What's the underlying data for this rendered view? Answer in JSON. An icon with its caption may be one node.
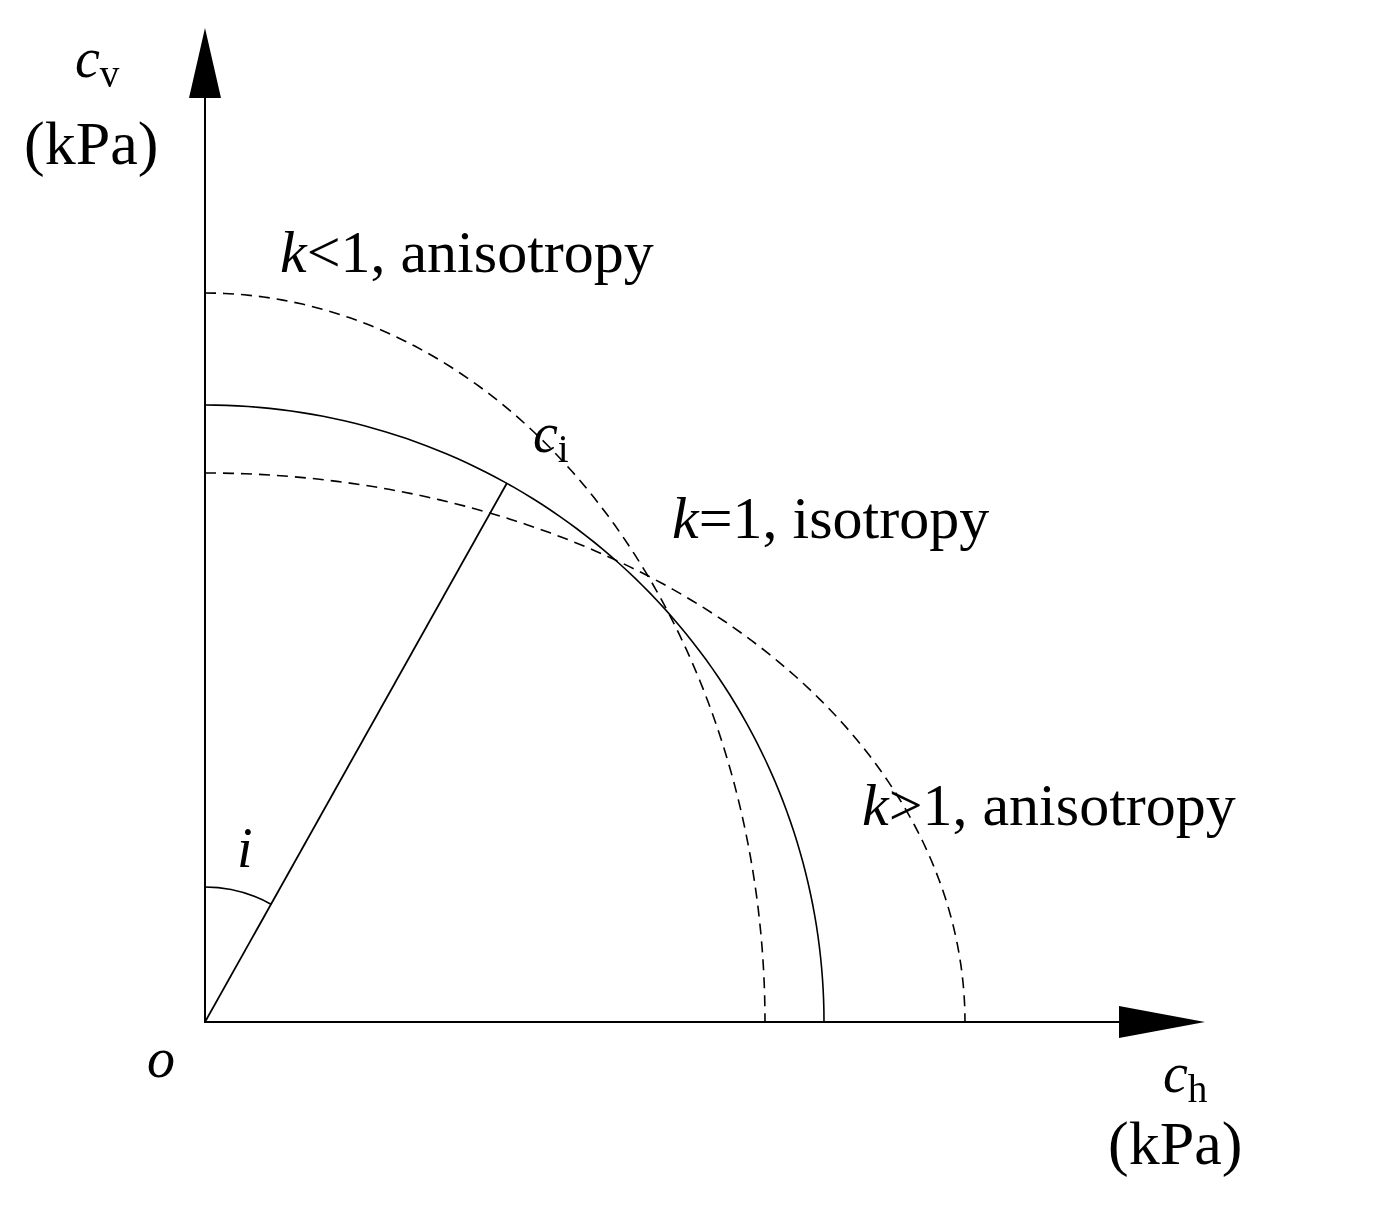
{
  "diagram": {
    "labels": [
      "*c*$_{v}$",
      "(kPa)",
      "*k*<1, anisotropy",
      "*c*$_{i}$",
      "*k*=1, isotropy",
      "*k*>1, anisotropy",
      "*i*",
      "*o*",
      "*c*$_{h}$",
      "(kPa)"
    ]
  }
}
